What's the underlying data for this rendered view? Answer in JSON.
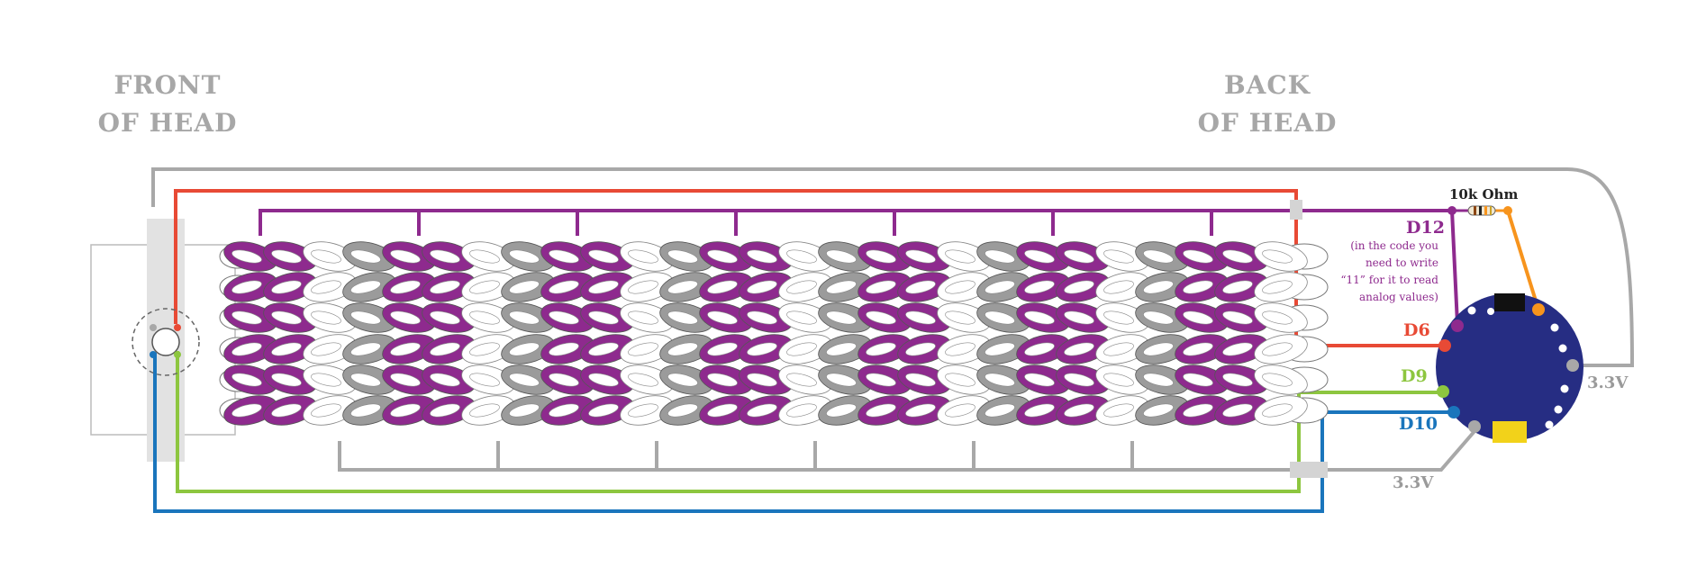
{
  "labels": {
    "front_line1": "FRONT",
    "front_line2": "OF HEAD",
    "back_line1": "BACK",
    "back_line2": "OF HEAD",
    "resistor": "10k Ohm",
    "d12": "D12",
    "d12_note": [
      "(in the code you",
      "need to write",
      "“11” for it to read",
      "analog values)"
    ],
    "d6": "D6",
    "d9": "D9",
    "d10": "D10",
    "v33_right": "3.3V",
    "v33_bottom": "3.3V"
  },
  "colors": {
    "label_gray": "#a7a7a7",
    "wire_gray": "#a8a8a8",
    "wire_red": "#e84a35",
    "wire_purple": "#8e2a8e",
    "wire_green": "#8dc63f",
    "wire_blue": "#1a75bc",
    "wire_orange": "#f7941d",
    "board_navy": "#262d83",
    "knit_purple": "#8e2a8e",
    "knit_gray": "#9b9b9b",
    "knit_white": "#ffffff"
  },
  "icons": {
    "board": "circular-microcontroller-board-icon",
    "resistor": "resistor-icon",
    "connector": "round-connector-icon"
  }
}
